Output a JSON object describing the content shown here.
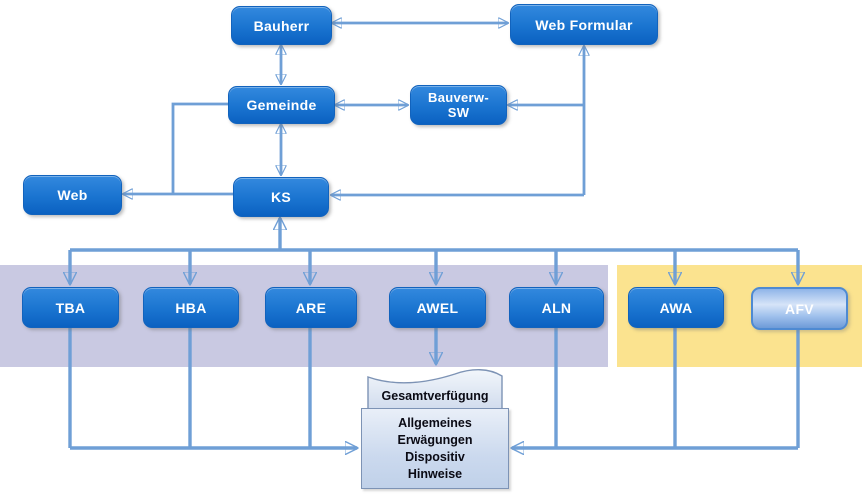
{
  "diagram": {
    "nodes": {
      "bauherr": {
        "label": "Bauherr"
      },
      "web_formular": {
        "label": "Web Formular"
      },
      "gemeinde": {
        "label": "Gemeinde"
      },
      "bauverw_sw": {
        "line1": "Bauverw-",
        "line2": "SW"
      },
      "web": {
        "label": "Web"
      },
      "ks": {
        "label": "KS"
      },
      "tba": {
        "label": "TBA"
      },
      "hba": {
        "label": "HBA"
      },
      "are": {
        "label": "ARE"
      },
      "awel": {
        "label": "AWEL"
      },
      "aln": {
        "label": "ALN"
      },
      "awa": {
        "label": "AWA"
      },
      "afv": {
        "label": "AFV"
      }
    },
    "documents": {
      "flag_label": "Gesamtverfügung",
      "sections": [
        "Allgemeines",
        "Erwägungen",
        "Dispositiv",
        "Hinweise"
      ]
    },
    "colors": {
      "node_blue_top": "#3389de",
      "node_blue_bottom": "#0b61c1",
      "node_light_fill": "#d6e4f8",
      "node_light_border": "#4e8ad2",
      "connector": "#6f9fd6",
      "band_lavender": "#c9c9e2",
      "band_yellow": "#fbe38f",
      "document_fill": "#d9e4f2",
      "document_border": "#7d93b5",
      "node_text": "#ffffff",
      "document_text": "#0a0a14"
    }
  }
}
